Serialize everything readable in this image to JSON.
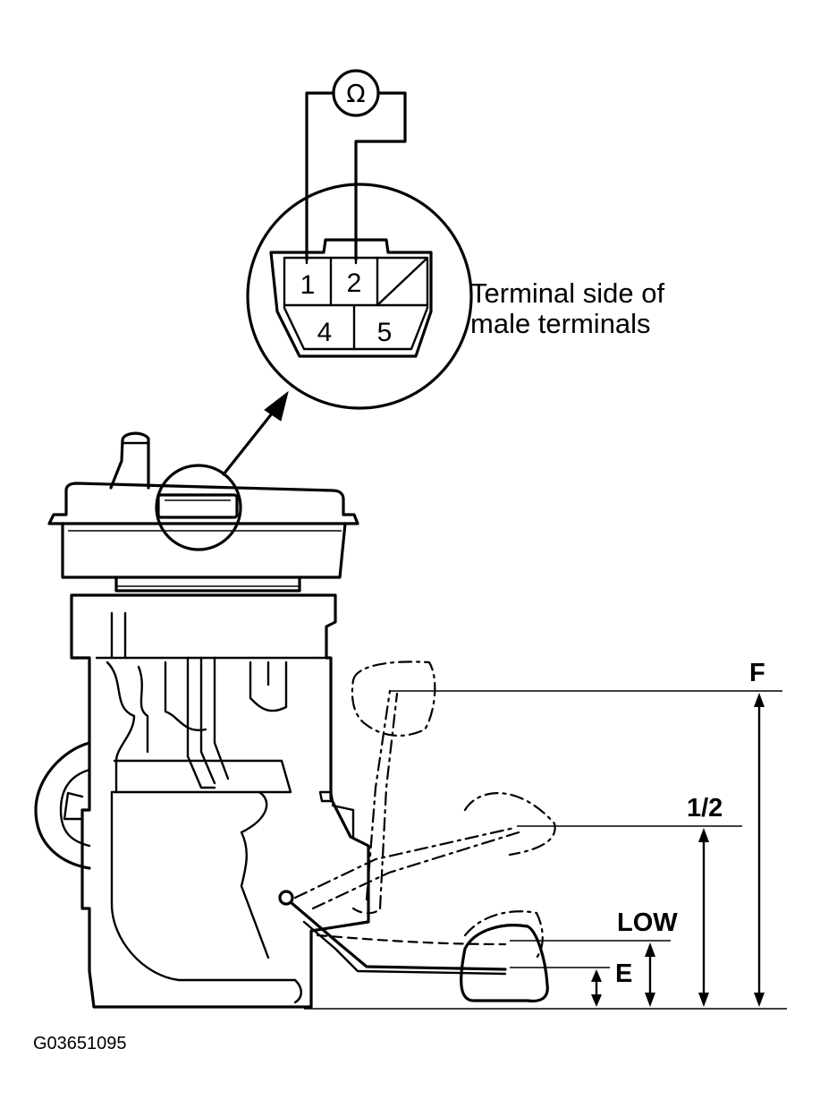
{
  "meter": {
    "symbol": "Ω"
  },
  "connector": {
    "pins": [
      "1",
      "2",
      "4",
      "5"
    ],
    "caption_line1": "Terminal side of",
    "caption_line2": "male terminals"
  },
  "levels": {
    "full": "F",
    "half": "1/2",
    "low": "LOW",
    "empty": "E"
  },
  "figure_code": "G03651095"
}
